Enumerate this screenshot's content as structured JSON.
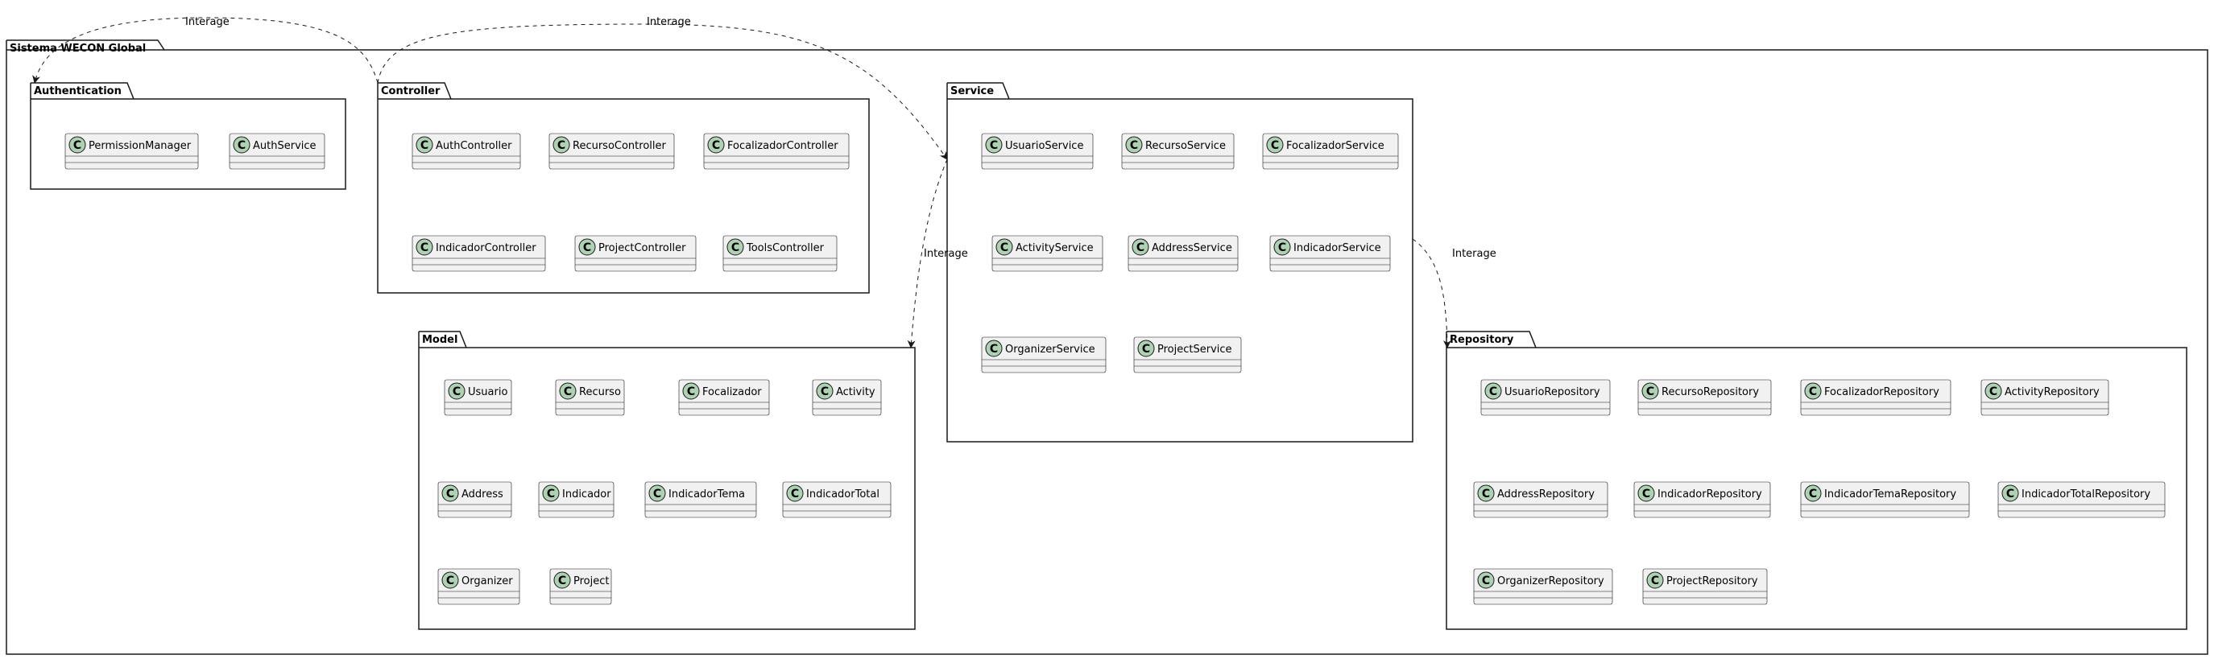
{
  "system": {
    "title": "Sistema WECON Global"
  },
  "packages": {
    "authentication": {
      "title": "Authentication",
      "classes": [
        "PermissionManager",
        "AuthService"
      ]
    },
    "controller": {
      "title": "Controller",
      "classes": [
        "AuthController",
        "RecursoController",
        "FocalizadorController",
        "IndicadorController",
        "ProjectController",
        "ToolsController"
      ]
    },
    "service": {
      "title": "Service",
      "classes": [
        "UsuarioService",
        "RecursoService",
        "FocalizadorService",
        "ActivityService",
        "AddressService",
        "IndicadorService",
        "OrganizerService",
        "ProjectService"
      ]
    },
    "model": {
      "title": "Model",
      "classes": [
        "Usuario",
        "Recurso",
        "Focalizador",
        "Activity",
        "Address",
        "Indicador",
        "IndicadorTema",
        "IndicadorTotal",
        "Organizer",
        "Project"
      ]
    },
    "repository": {
      "title": "Repository",
      "classes": [
        "UsuarioRepository",
        "RecursoRepository",
        "FocalizadorRepository",
        "ActivityRepository",
        "AddressRepository",
        "IndicadorRepository",
        "IndicadorTemaRepository",
        "IndicadorTotalRepository",
        "OrganizerRepository",
        "ProjectRepository"
      ]
    }
  },
  "relations": [
    {
      "from": "Controller",
      "to": "Authentication",
      "label": "Interage"
    },
    {
      "from": "Controller",
      "to": "Service",
      "label": "Interage"
    },
    {
      "from": "Service",
      "to": "Model",
      "label": "Interage"
    },
    {
      "from": "Service",
      "to": "Repository",
      "label": "Interage"
    }
  ],
  "colors": {
    "class_fill": "#f1f1f1",
    "class_stroke": "#181818",
    "class_glyph_fill": "#add1b2",
    "line": "#181818"
  },
  "icons": {
    "class_marker": "class-c-circle-icon"
  }
}
